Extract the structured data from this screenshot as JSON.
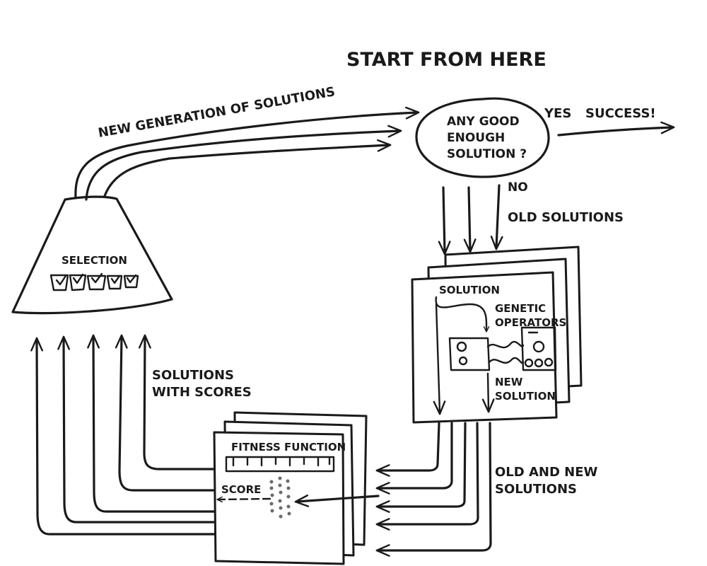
{
  "labels": {
    "start": "START FROM HERE",
    "decision_line1": "ANY GOOD",
    "decision_line2": "ENOUGH",
    "decision_line3": "SOLUTION ?",
    "yes": "YES",
    "success": "SUCCESS!",
    "no": "NO",
    "old_solutions": "OLD SOLUTIONS",
    "new_generation": "NEW GENERATION OF SOLUTIONS",
    "selection": "SELECTION",
    "solutions_with_scores_line1": "SOLUTIONS",
    "solutions_with_scores_line2": "WITH SCORES",
    "solution": "SOLUTION",
    "genetic_operators_line1": "GENETIC",
    "genetic_operators_line2": "OPERATORS",
    "new_solution_line1": "NEW",
    "new_solution_line2": "SOLUTION",
    "old_and_new_line1": "OLD AND NEW",
    "old_and_new_line2": "SOLUTIONS",
    "fitness_function": "FITNESS FUNCTION",
    "score": "SCORE"
  }
}
